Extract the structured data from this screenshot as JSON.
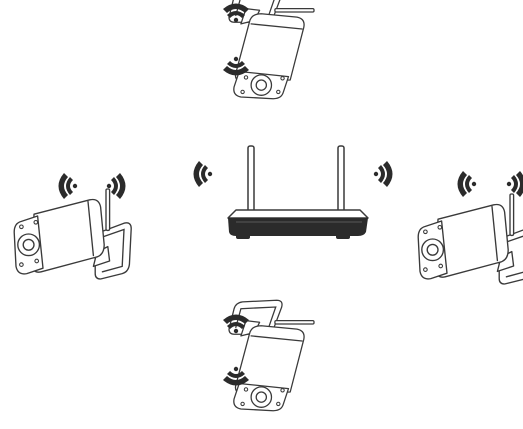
{
  "diagram": {
    "type": "wireless-nvr-camera-layout",
    "hub": {
      "device": "nvr-router",
      "icon": "router-icon"
    },
    "cameras": [
      {
        "id": "top",
        "device": "bullet-camera",
        "icon": "camera-icon"
      },
      {
        "id": "left",
        "device": "bullet-camera",
        "icon": "camera-icon"
      },
      {
        "id": "right",
        "device": "bullet-camera",
        "icon": "camera-icon"
      },
      {
        "id": "bottom",
        "device": "bullet-camera",
        "icon": "camera-icon"
      }
    ],
    "signal_icon": "wifi-signal-icon",
    "colors": {
      "stroke": "#3a3a3a",
      "fill": "#ffffff",
      "signal": "#2b2b2b",
      "background": "#ffffff"
    }
  }
}
